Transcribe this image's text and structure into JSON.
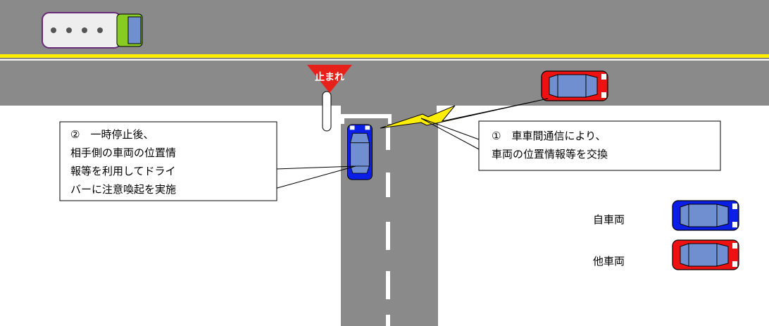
{
  "sign": {
    "text": "止まれ"
  },
  "callout_1": {
    "lines": [
      "①　車車間通信により、",
      "車両の位置情報等を交換"
    ]
  },
  "callout_2": {
    "lines": [
      "②　一時停止後、",
      "相手側の車両の位置情",
      "報等を利用してドライ",
      "バーに注意喚起を実施"
    ]
  },
  "legend": {
    "own_vehicle": "自車両",
    "other_vehicle": "他車両"
  },
  "colors": {
    "road": "#8a8a8a",
    "center_line": "#ffee00",
    "own_vehicle": "#0a1ee6",
    "other_vehicle": "#ee1111",
    "sign": "#e8201a",
    "signal": "#ffee00"
  }
}
